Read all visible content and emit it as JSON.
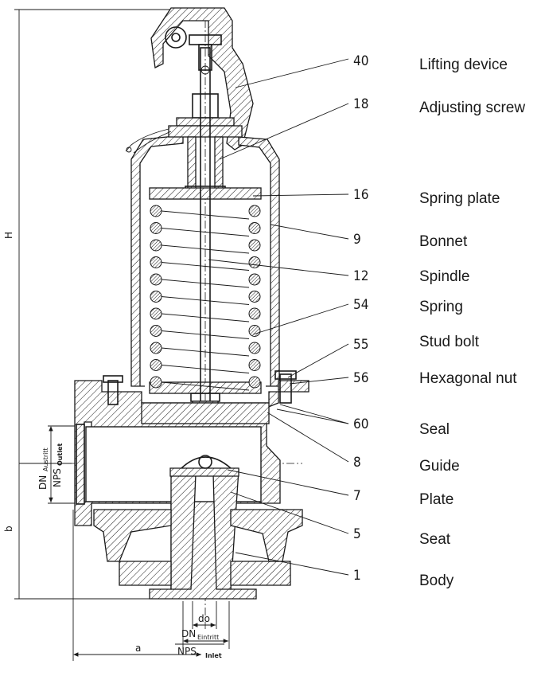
{
  "callouts": [
    {
      "num": "40",
      "label": "Lifting device"
    },
    {
      "num": "18",
      "label": "Adjusting screw"
    },
    {
      "num": "16",
      "label": "Spring plate"
    },
    {
      "num": "9",
      "label": "Bonnet"
    },
    {
      "num": "12",
      "label": "Spindle"
    },
    {
      "num": "54",
      "label": "Spring"
    },
    {
      "num": "55",
      "label": "Stud bolt"
    },
    {
      "num": "56",
      "label": "Hexagonal nut"
    },
    {
      "num": "60",
      "label": "Seal"
    },
    {
      "num": "8",
      "label": "Guide"
    },
    {
      "num": "7",
      "label": "Plate"
    },
    {
      "num": "5",
      "label": "Seat"
    },
    {
      "num": "1",
      "label": "Body"
    }
  ],
  "dimensions": {
    "height": "H",
    "b": "b",
    "a": "a",
    "do": "do",
    "dn_inlet": "DN",
    "dn_inlet_sub": "Eintritt",
    "nps_inlet": "NPS",
    "nps_inlet_sub": "Inlet",
    "dn_outlet": "DN",
    "dn_outlet_sub": "Austritt",
    "nps_outlet": "NPS",
    "nps_outlet_sub": "Outlet"
  }
}
